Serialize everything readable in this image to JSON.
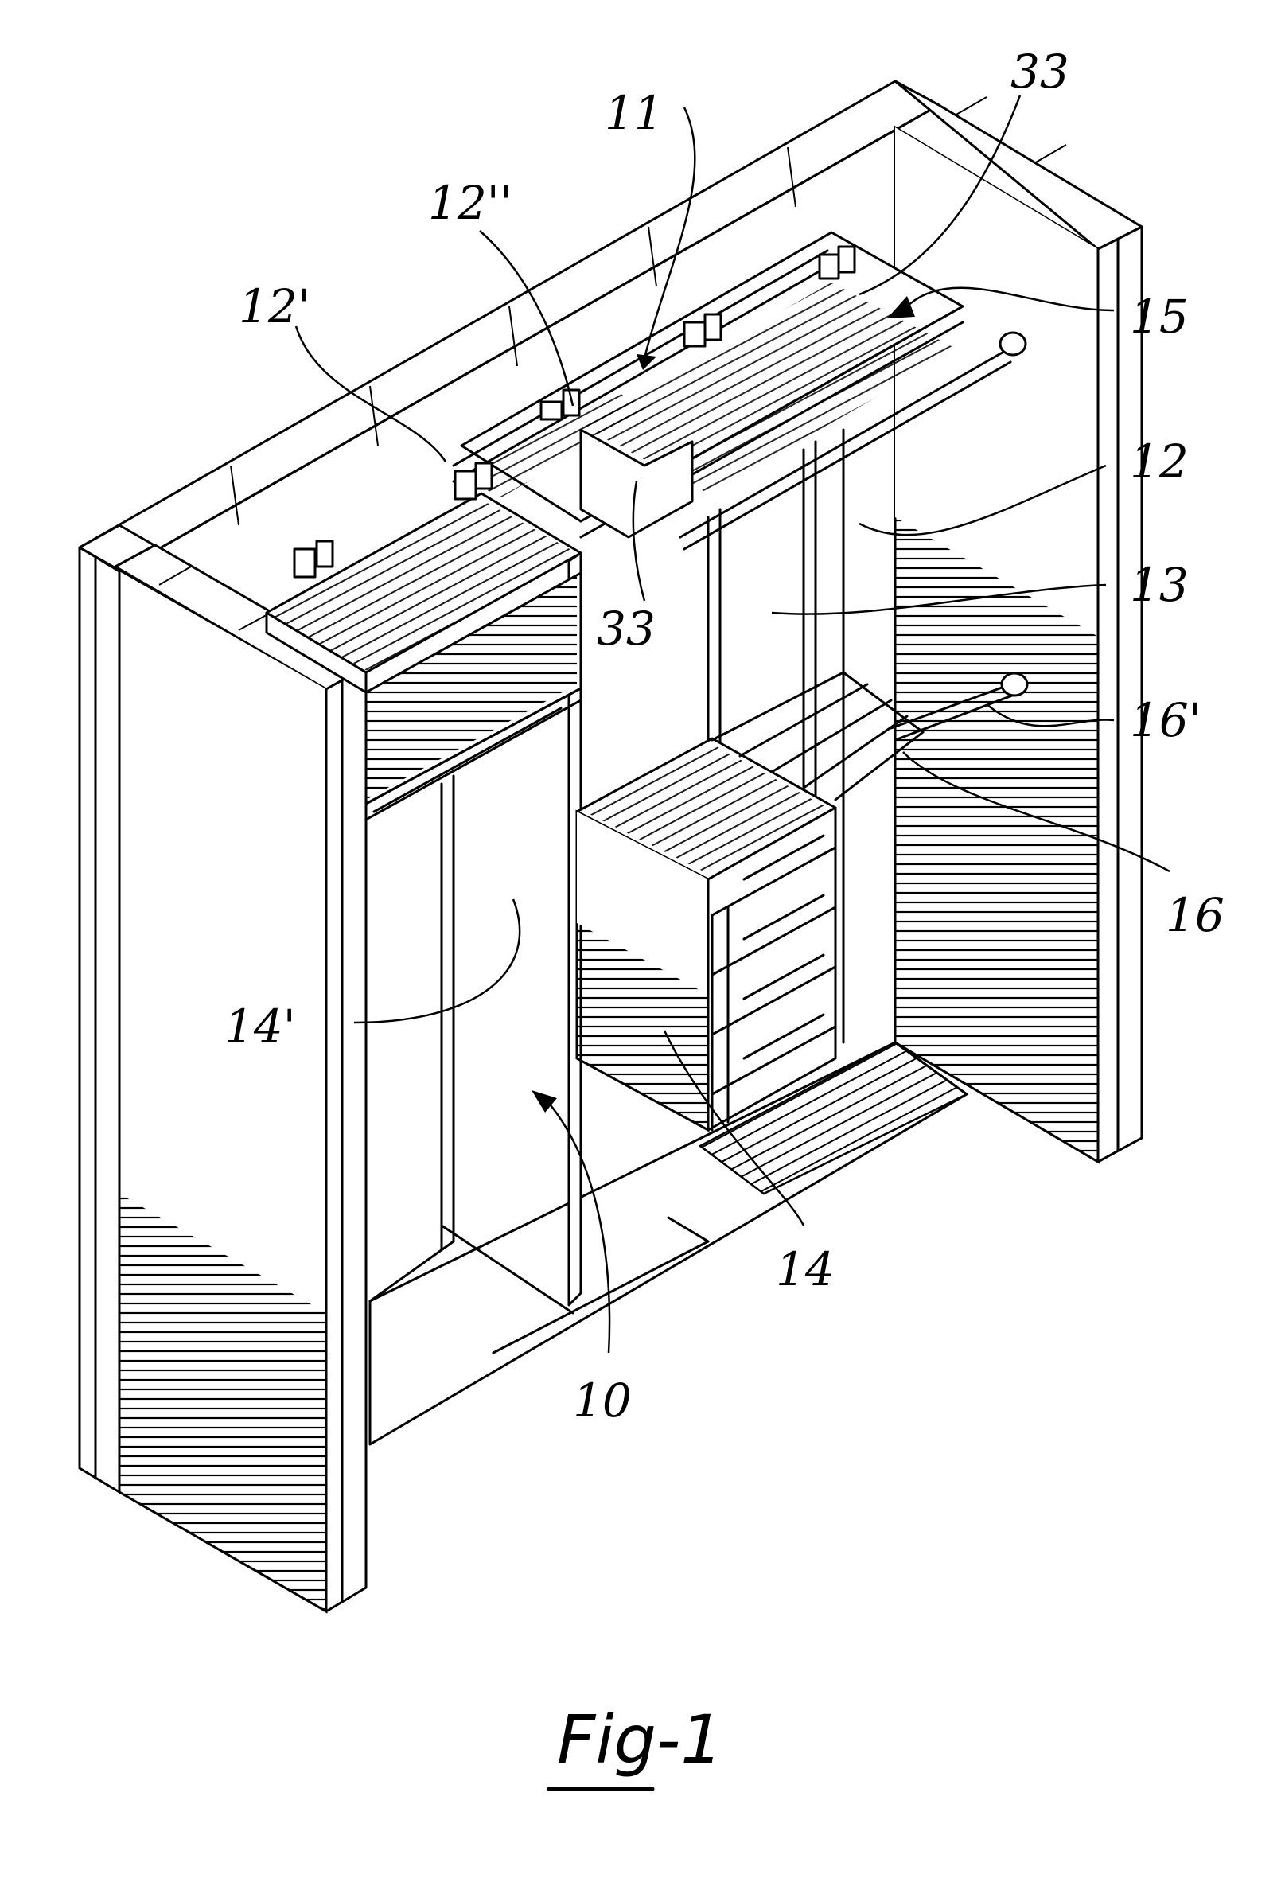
{
  "figure": {
    "caption": "Fig-1",
    "labels": {
      "l10": "10",
      "l11": "11",
      "l12": "12",
      "l12p": "12'",
      "l12pp": "12''",
      "l13": "13",
      "l14": "14",
      "l14p": "14'",
      "l15": "15",
      "l16": "16",
      "l16p": "16'",
      "l33a": "33",
      "l33b": "33"
    }
  }
}
